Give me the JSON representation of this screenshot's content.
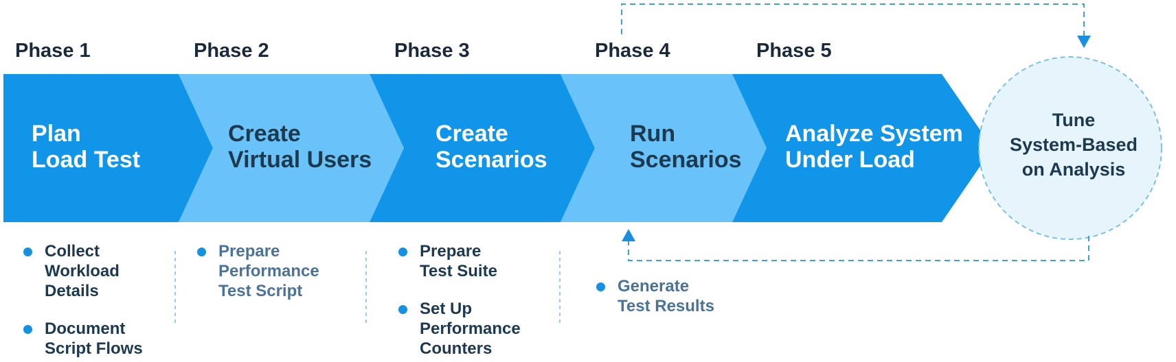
{
  "colors": {
    "primary": "#1095e9",
    "light": "#6ac3f8",
    "circle_fill": "#e6f5fc",
    "connector": "#3d9fdc",
    "bullet": "#1690e0",
    "label_text": "#1b2a3a",
    "dark_text": "#1c3950"
  },
  "phases": [
    {
      "label": "Phase 1",
      "title_line1": "Plan",
      "title_line2": "Load Test",
      "tasks": [
        "Collect\nWorkload\nDetails",
        "Document\nScript Flows"
      ]
    },
    {
      "label": "Phase 2",
      "title_line1": "Create",
      "title_line2": "Virtual Users",
      "tasks": [
        "Prepare\nPerformance\nTest Script"
      ]
    },
    {
      "label": "Phase 3",
      "title_line1": "Create",
      "title_line2": "Scenarios",
      "tasks": [
        "Prepare\nTest Suite",
        "Set Up\nPerformance\nCounters"
      ]
    },
    {
      "label": "Phase 4",
      "title_line1": "Run",
      "title_line2": "Scenarios",
      "tasks": [
        "Generate\nTest Results"
      ]
    },
    {
      "label": "Phase 5",
      "title_line1": "Analyze System",
      "title_line2": "Under Load",
      "tasks": []
    }
  ],
  "final_step": {
    "line1": "Tune",
    "line2": "System-Based",
    "line3": "on Analysis"
  }
}
